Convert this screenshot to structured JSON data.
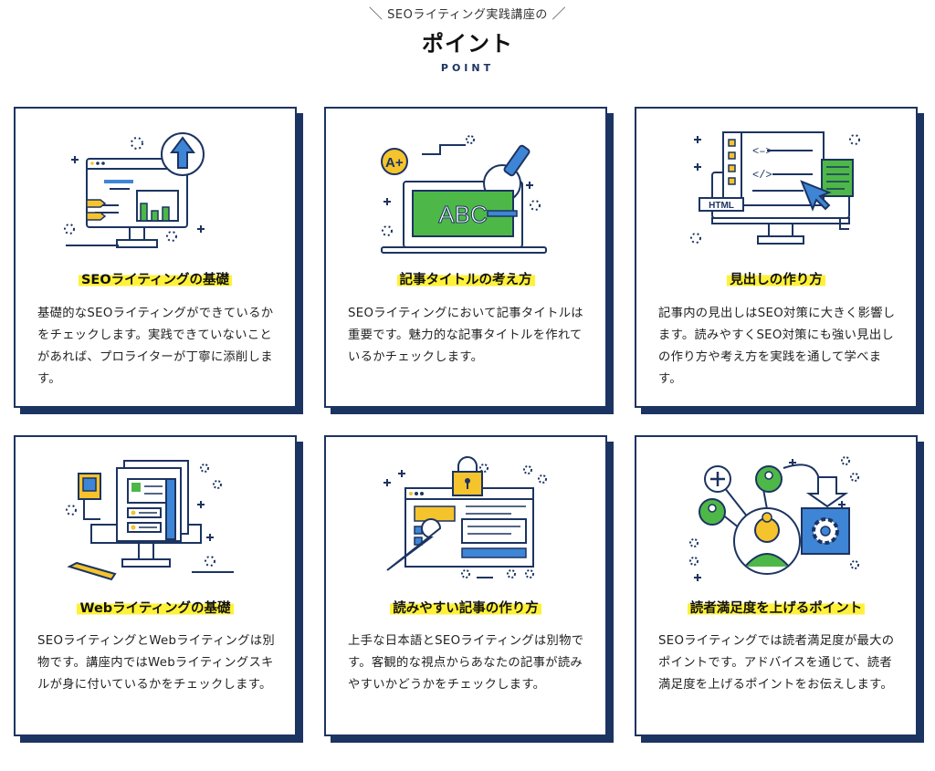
{
  "header": {
    "eyebrow": "SEOライティング実践講座の",
    "eyebrow_left": "＼",
    "eyebrow_right": "／",
    "title": "ポイント",
    "subtitle": "POINT"
  },
  "cards": [
    {
      "title": "SEOライティングの基礎",
      "body": "基礎的なSEOライティングができているかをチェックします。実践できていないことがあれば、プロライターが丁寧に添削します。",
      "icon": "monitor-chart-upload-icon"
    },
    {
      "title": "記事タイトルの考え方",
      "body": "SEOライティングにおいて記事タイトルは重要です。魅力的な記事タイトルを作れているかチェックします。",
      "icon": "laptop-abc-microscope-icon",
      "illu": {
        "grade": "A+",
        "screen_text": "ABC"
      }
    },
    {
      "title": "見出しの作り方",
      "body": "記事内の見出しはSEO対策に大きく影響します。読みやすくSEO対策にも強い見出しの作り方や考え方を実践を通して学べます。",
      "icon": "monitor-html-code-icon",
      "illu": {
        "tag": "HTML",
        "code1": "<–>",
        "code2": "</>"
      }
    },
    {
      "title": "Webライティングの基礎",
      "body": "SEOライティングとWebライティングは別物です。講座内ではWebライティングスキルが身に付いているかをチェックします。",
      "icon": "monitor-documents-pencil-icon"
    },
    {
      "title": "読みやすい記事の作り方",
      "body": "上手な日本語とSEOライティングは別物です。客観的な視点からあなたの記事が読みやすいかどうかをチェックします。",
      "icon": "browser-lock-wrench-icon"
    },
    {
      "title": "読者満足度を上げるポイント",
      "body": "SEOライティングでは読者満足度が最大のポイントです。アドバイスを通じて、読者満足度を上げるポイントをお伝えします。",
      "icon": "users-network-gear-icon"
    }
  ],
  "colors": {
    "navy": "#1c3461",
    "highlight": "#fff13a",
    "green": "#4db848",
    "blue": "#3f85d6",
    "yellow": "#f5c32c"
  }
}
